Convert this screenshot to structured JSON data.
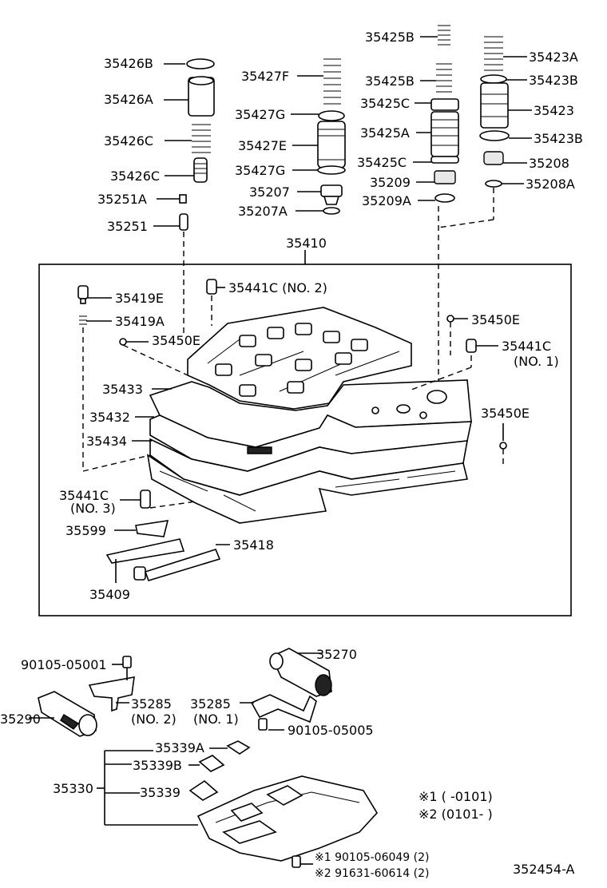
{
  "labels": {
    "p35426B": "35426B",
    "p35426A": "35426A",
    "p35426C_1": "35426C",
    "p35426C_2": "35426C",
    "p35251A": "35251A",
    "p35251": "35251",
    "p35427F": "35427F",
    "p35427G_1": "35427G",
    "p35427E": "35427E",
    "p35427G_2": "35427G",
    "p35207": "35207",
    "p35207A": "35207A",
    "p35425B_1": "35425B",
    "p35425B_2": "35425B",
    "p35425C_1": "35425C",
    "p35425A": "35425A",
    "p35425C_2": "35425C",
    "p35209": "35209",
    "p35209A": "35209A",
    "p35423A": "35423A",
    "p35423B_1": "35423B",
    "p35423": "35423",
    "p35423B_2": "35423B",
    "p35208": "35208",
    "p35208A": "35208A",
    "p35410": "35410",
    "p35419E": "35419E",
    "p35441C_no2": "35441C (NO. 2)",
    "p35419A": "35419A",
    "p35450E_1": "35450E",
    "p35450E_2": "35450E",
    "p35441C_no1": "35441C",
    "p35441C_no1_sub": "(NO. 1)",
    "p35433": "35433",
    "p35432": "35432",
    "p35434": "35434",
    "p35450E_3": "35450E",
    "p35441C_no3": "35441C",
    "p35441C_no3_sub": "(NO. 3)",
    "p35599": "35599",
    "p35418": "35418",
    "p35409": "35409",
    "p35270": "35270",
    "p90105_05001": "90105-05001",
    "p35285_no2": "35285",
    "p35285_no2_sub": "(NO. 2)",
    "p35285_no1": "35285",
    "p35285_no1_sub": "(NO. 1)",
    "p35290": "35290",
    "p90105_05005": "90105-05005",
    "p35339A": "35339A",
    "p35339B": "35339B",
    "p35330": "35330",
    "p35339": "35339",
    "note1": "※1 (        -0101)",
    "note2": "※2 (0101-        )",
    "bolt1": "※1 90105-06049 (2)",
    "bolt2": "※2 91631-60614 (2)",
    "figure_id": "352454-A"
  }
}
